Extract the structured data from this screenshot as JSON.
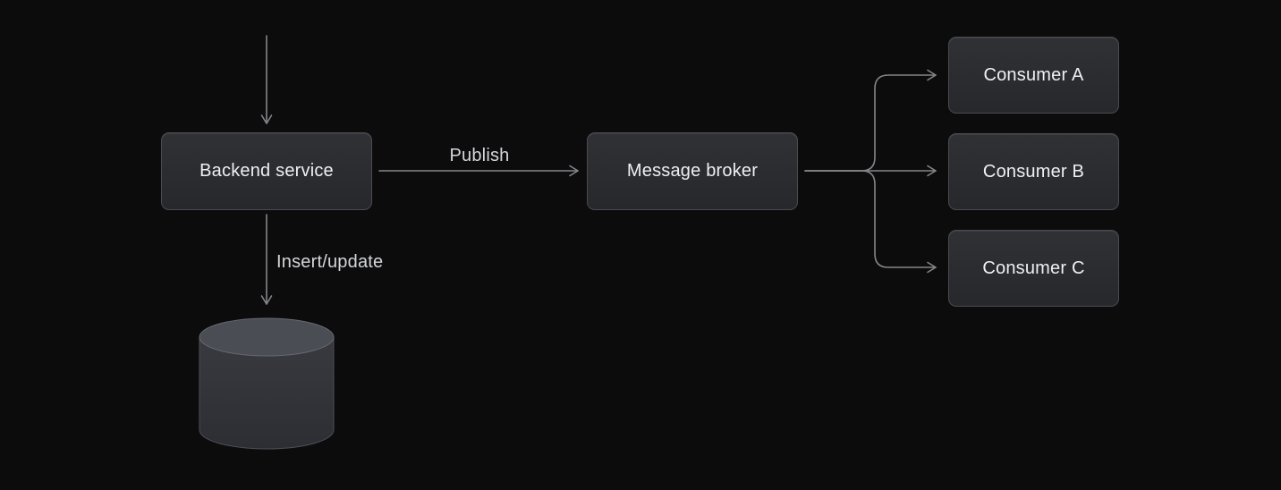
{
  "diagram": {
    "type": "flow-diagram",
    "colors": {
      "background": "#0c0c0d",
      "node_fill_top": "#2f3135",
      "node_fill_bottom": "#26282c",
      "node_border": "#4a4b51",
      "node_text": "#eef0f2",
      "arrow": "#85868a",
      "edge_label_text": "#d5d6d8",
      "cylinder_top": "#4a4d54",
      "cylinder_body": "#33353b"
    },
    "nodes": {
      "backend": {
        "label": "Backend service"
      },
      "broker": {
        "label": "Message broker"
      },
      "consumer_a": {
        "label": "Consumer A"
      },
      "consumer_b": {
        "label": "Consumer B"
      },
      "consumer_c": {
        "label": "Consumer C"
      },
      "database": {
        "shape": "database-cylinder",
        "label": ""
      }
    },
    "edges": {
      "inbound": {
        "from": "offscreen-top",
        "to": "backend",
        "label": ""
      },
      "publish": {
        "from": "backend",
        "to": "broker",
        "label": "Publish"
      },
      "insert_update": {
        "from": "backend",
        "to": "database",
        "label": "Insert/update"
      },
      "broker_to_consumer_a": {
        "from": "broker",
        "to": "consumer_a",
        "label": ""
      },
      "broker_to_consumer_b": {
        "from": "broker",
        "to": "consumer_b",
        "label": ""
      },
      "broker_to_consumer_c": {
        "from": "broker",
        "to": "consumer_c",
        "label": ""
      }
    }
  }
}
